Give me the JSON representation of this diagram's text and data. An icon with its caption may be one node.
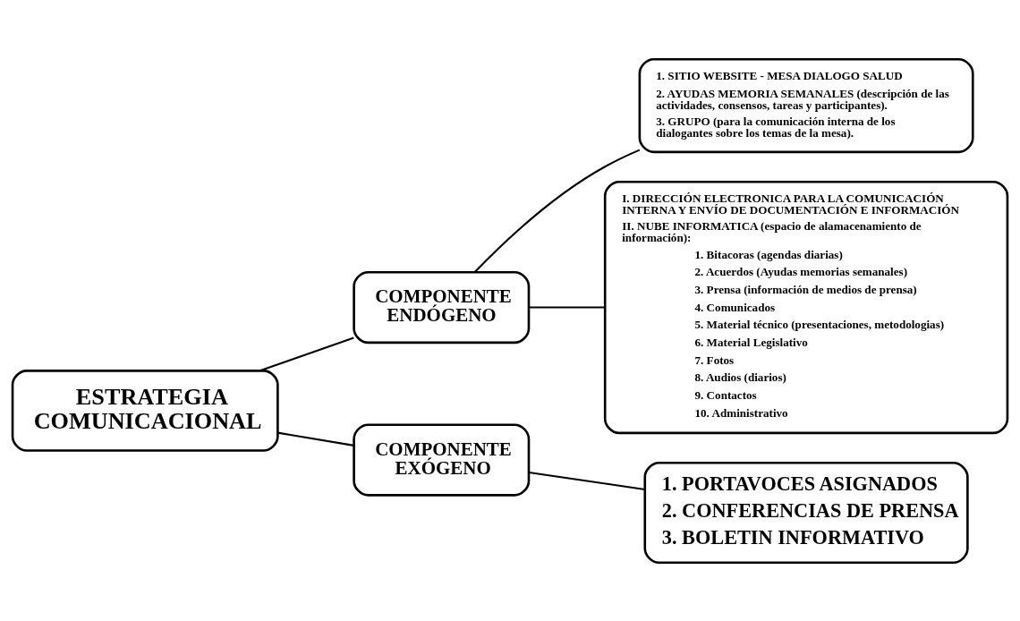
{
  "diagram": {
    "nodes": [
      {
        "text": [
          "ESTRATEGIA COMUNICACIONAL"
        ]
      },
      {
        "text": [
          "COMPONENTE ENDÓGENO"
        ]
      },
      {
        "text": [
          "1. SITIO WEBSITE - MESA DIALOGO SALUD",
          "2. AYUDAS MEMORIA SEMANALES (descripción de las actividades, consensos, tareas y participantes).",
          "3. GRUPO (para la comunicación interna de los dialogantes sobre los temas de la mesa)."
        ]
      },
      {
        "text": [
          "I. DIRECCIÓN ELECTRONICA PARA LA COMUNICACIÓN INTERNA Y ENVÍO DE DOCUMENTACIÓN E INFORMACIÓN",
          "II. NUBE INFORMATICA (espacio de alamacenamiento de información):",
          "1. Bitacoras (agendas diarias)",
          "2. Acuerdos (Ayudas memorias semanales)",
          "3. Prensa (información de medios de prensa)",
          "4. Comunicados",
          "5. Material técnico (presentaciones, metodologias)",
          "6. Material Legislativo",
          "7. Fotos",
          "8. Audios (diarios)",
          "9. Contactos",
          "10. Administrativo"
        ]
      },
      {
        "text": [
          "COMPONENTE EXÓGENO"
        ]
      },
      {
        "text": [
          "1. PORTAVOCES ASIGNADOS",
          "2. CONFERENCIAS DE PRENSA",
          "3. BOLETIN INFORMATIVO"
        ]
      }
    ],
    "edges": [
      {
        "from": 0,
        "to": 1,
        "arrow": "none"
      },
      {
        "from": 0,
        "to": 4,
        "arrow": "none"
      },
      {
        "from": 1,
        "to": 2,
        "arrow": "none"
      },
      {
        "from": 1,
        "to": 3,
        "arrow": "none"
      },
      {
        "from": 4,
        "to": 5,
        "arrow": "none"
      }
    ]
  }
}
